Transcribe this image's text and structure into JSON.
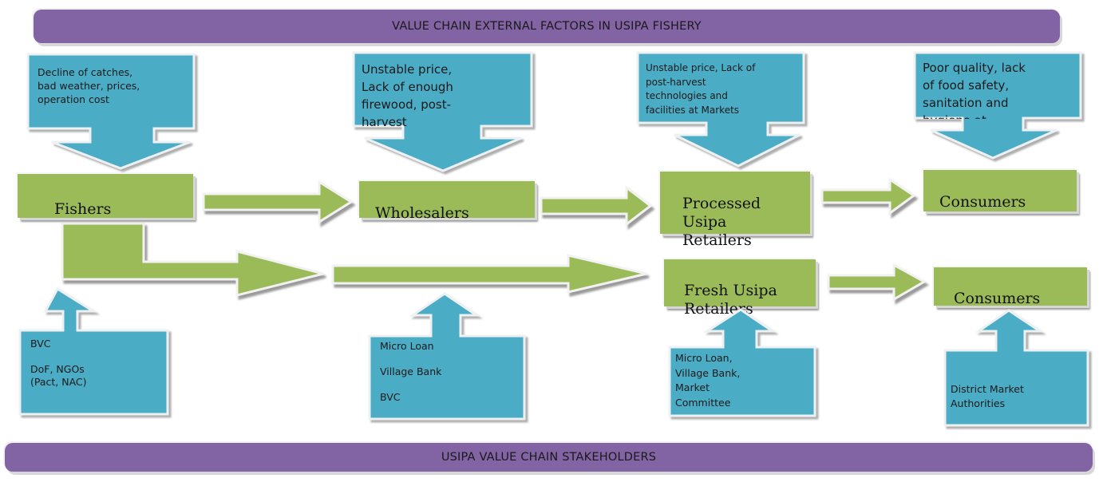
{
  "header": {
    "title": "VALUE CHAIN EXTERNAL FACTORS IN USIPA FISHERY"
  },
  "footer": {
    "title": "USIPA VALUE CHAIN STAKEHOLDERS"
  },
  "colors": {
    "banner": "#8263a3",
    "callout": "#4bacc6",
    "node": "#9bbb59"
  },
  "external_factors": [
    {
      "target": "Fishers",
      "text": "Decline of catches,\nbad weather, prices,\noperation cost"
    },
    {
      "target": "Wholesalers",
      "text": "Unstable price,\nLack of enough\nfirewood, post-\nharvest"
    },
    {
      "target": "Processed Usipa Retailers",
      "text": "Unstable price, Lack of\npost-harvest\ntechnologies and\nfacilities at Markets"
    },
    {
      "target": "Consumers",
      "text": "Poor quality, lack\nof food safety,\nsanitation and\nhygiene at"
    }
  ],
  "nodes": {
    "fishers": "Fishers",
    "wholesalers": "Wholesalers",
    "processed_retailers": "Processed\nUsipa\nRetailers",
    "consumers_top": "Consumers",
    "fresh_retailers": "Fresh Usipa\nRetailers",
    "consumers_bottom": "Consumers"
  },
  "stakeholders": [
    {
      "target": "Fishers",
      "text": "BVC\n\nDoF, NGOs\n(Pact, NAC)"
    },
    {
      "target": "Fresh channel",
      "text": "Micro Loan\n\nVillage Bank\n\nBVC"
    },
    {
      "target": "Fresh Usipa Retailers",
      "text": "Micro Loan,\nVillage Bank,\nMarket\nCommittee"
    },
    {
      "target": "Consumers",
      "text": "\n\nDistrict Market\nAuthorities"
    }
  ]
}
